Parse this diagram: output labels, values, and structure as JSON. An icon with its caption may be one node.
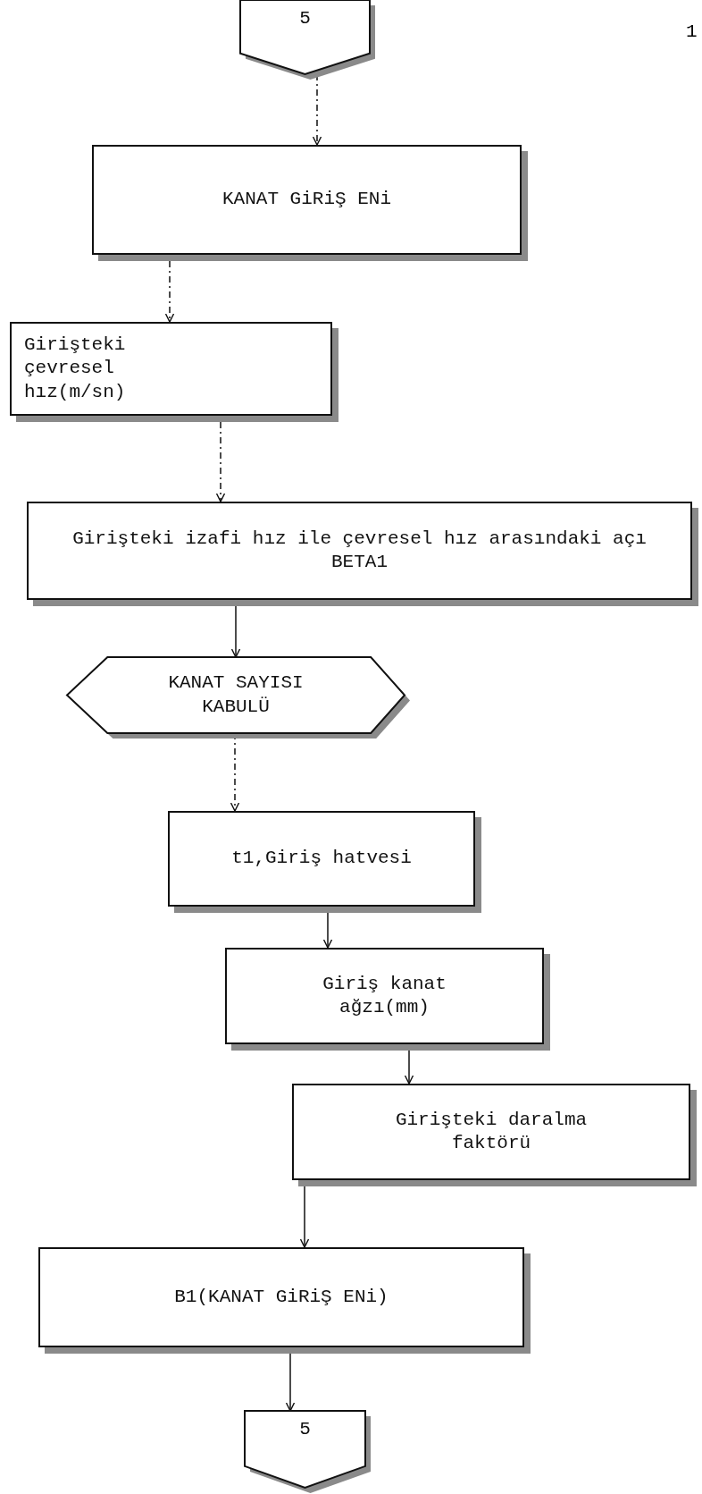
{
  "diagram": {
    "nodes": [
      {
        "text": [
          "5"
        ]
      },
      {
        "text": [
          "KANAT GiRiŞ ENi"
        ]
      },
      {
        "text": [
          "Girişteki çevresel hız(m/sn)"
        ]
      },
      {
        "text": [
          "Girişteki izafi hız ile çevresel hız arasındaki açı BETA1"
        ]
      },
      {
        "text": [
          "KANAT SAYISI KABULÜ"
        ]
      },
      {
        "text": [
          "t1,Giriş hatvesi"
        ]
      },
      {
        "text": [
          "Giriş kanat ağzı(mm)"
        ]
      },
      {
        "text": [
          "Girişteki daralma faktörü"
        ]
      },
      {
        "text": [
          "B1(KANAT GiRiŞ ENi)"
        ]
      },
      {
        "text": [
          "5"
        ]
      }
    ],
    "edges": [
      {
        "from": 0,
        "to": 1,
        "arrow": "to",
        "style": "dashed"
      },
      {
        "from": 1,
        "to": 2,
        "arrow": "to",
        "style": "dashed"
      },
      {
        "from": 2,
        "to": 3,
        "arrow": "to",
        "style": "dashed"
      },
      {
        "from": 3,
        "to": 4,
        "arrow": "to"
      },
      {
        "from": 4,
        "to": 5,
        "arrow": "to",
        "style": "dashed"
      },
      {
        "from": 5,
        "to": 6,
        "arrow": "to"
      },
      {
        "from": 6,
        "to": 7,
        "arrow": "to"
      },
      {
        "from": 7,
        "to": 8,
        "arrow": "to"
      },
      {
        "from": 8,
        "to": 9,
        "arrow": "to"
      }
    ],
    "labels": [
      "1"
    ]
  }
}
